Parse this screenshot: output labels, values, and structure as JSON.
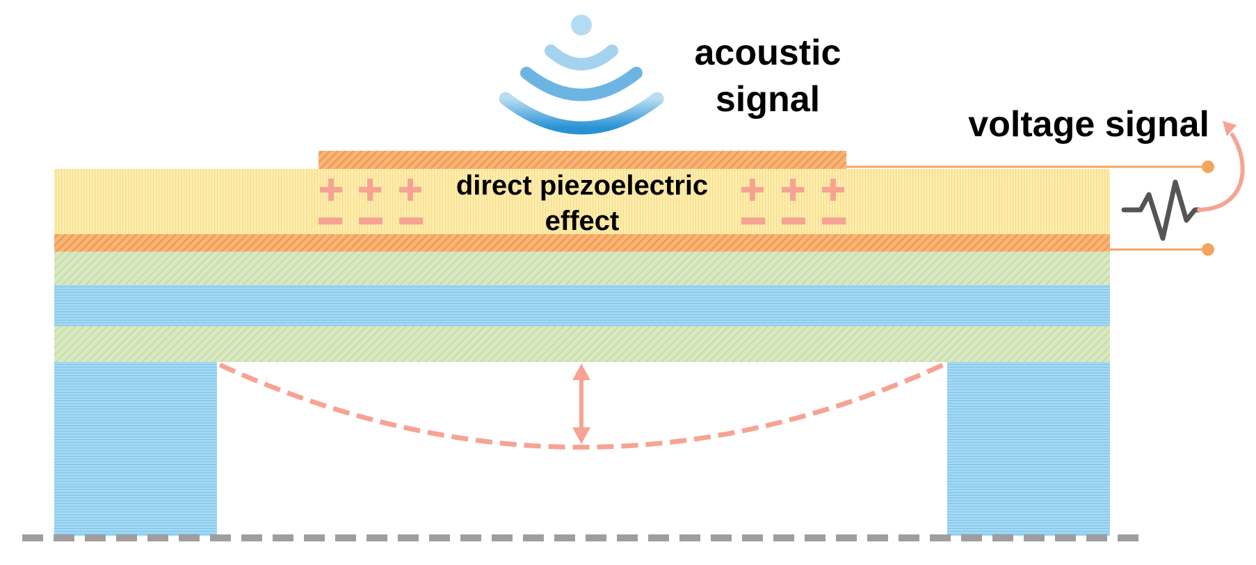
{
  "labels": {
    "acoustic_line1": "acoustic",
    "acoustic_line2": "signal",
    "voltage": "voltage signal",
    "effect_line1": "direct piezoelectric",
    "effect_line2": "effect"
  },
  "icons": {
    "acoustic": "sound-wave-icon",
    "voltage": "resistor-zigzag-icon",
    "deflection": "double-arrow-icon"
  },
  "charges": {
    "positive": "+",
    "negative": "−",
    "count_per_group": 3
  },
  "colors": {
    "electrode": "#f6a35e",
    "piezo": "#fde9a6",
    "elastic": "#d5e6bb",
    "substrate": "#9fd6f0",
    "accent": "#f7a393",
    "ground": "#9e9e9e",
    "wave": "#2b96d6",
    "resistor": "#555555"
  }
}
